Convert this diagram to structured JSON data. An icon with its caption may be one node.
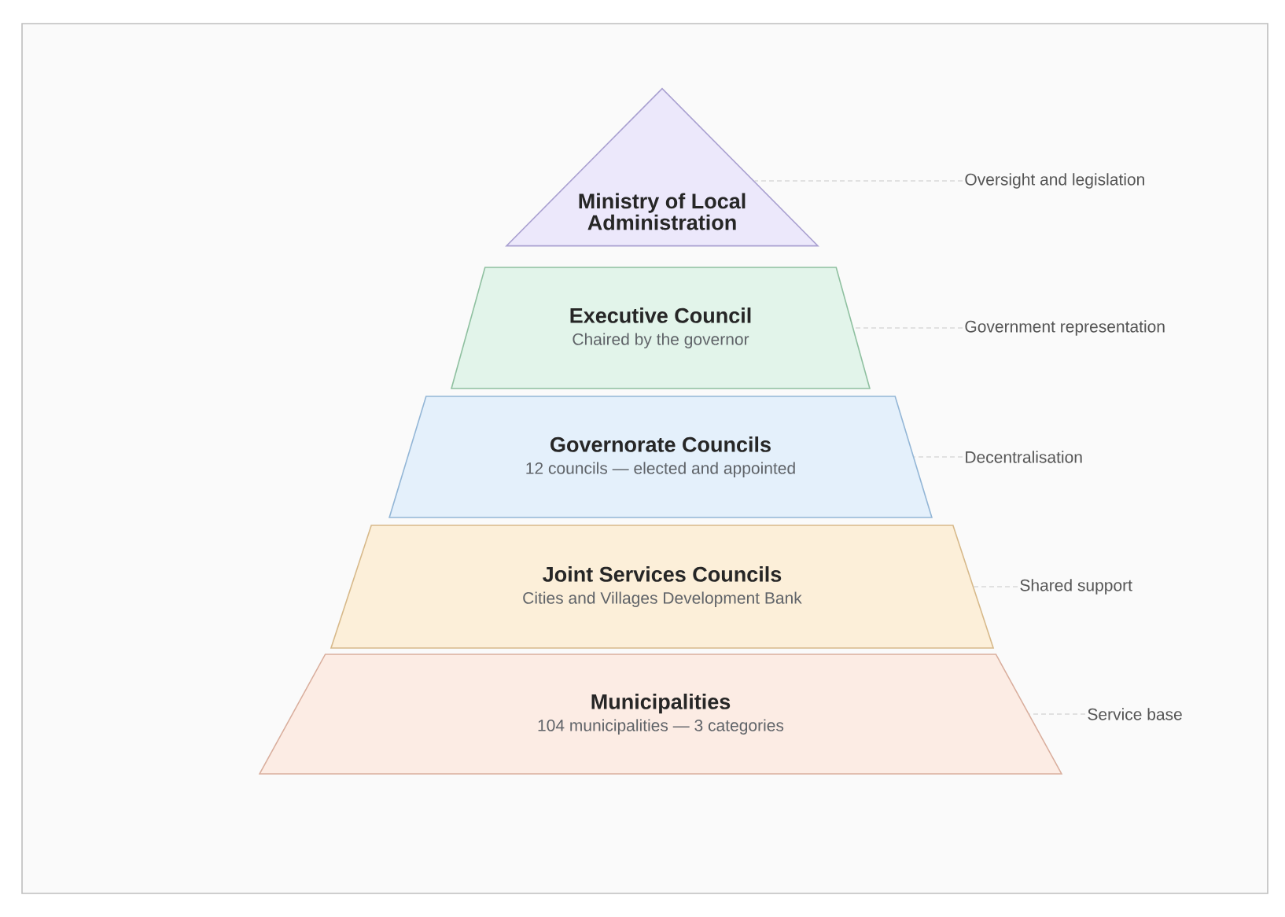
{
  "diagram": {
    "nodes": [
      {
        "text": [
          "Ministry of Local Administration"
        ]
      },
      {
        "text": [
          "Executive Council",
          "Chaired by the governor"
        ]
      },
      {
        "text": [
          "Governorate Councils",
          "12 councils — elected and appointed"
        ]
      },
      {
        "text": [
          "Joint Services Councils",
          "Cities and Villages Development Bank"
        ]
      },
      {
        "text": [
          "Municipalities",
          "104 municipalities — 3 categories"
        ]
      },
      {
        "text": [
          "Oversight and legislation"
        ]
      },
      {
        "text": [
          "Government representation"
        ]
      },
      {
        "text": [
          "Decentralisation"
        ]
      },
      {
        "text": [
          "Shared support"
        ]
      },
      {
        "text": [
          "Service base"
        ]
      }
    ],
    "edges": [
      {
        "from": 5,
        "to": 0,
        "arrow": "none",
        "style": "dashed"
      },
      {
        "from": 6,
        "to": 1,
        "arrow": "none",
        "style": "dashed"
      },
      {
        "from": 7,
        "to": 2,
        "arrow": "none",
        "style": "dashed"
      },
      {
        "from": 8,
        "to": 3,
        "arrow": "none",
        "style": "dashed"
      },
      {
        "from": 9,
        "to": 4,
        "arrow": "none",
        "style": "dashed"
      }
    ]
  }
}
